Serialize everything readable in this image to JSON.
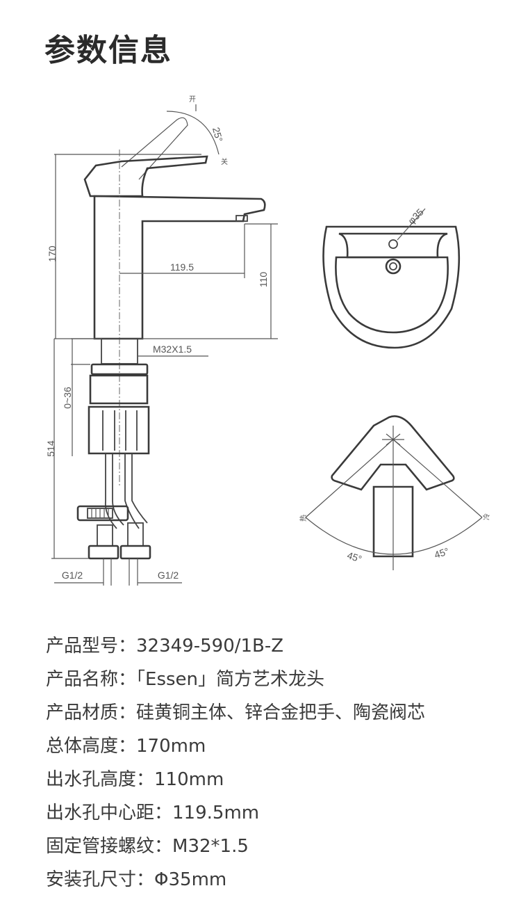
{
  "page": {
    "title": "参数信息"
  },
  "drawing": {
    "side_view": {
      "open_label": "开",
      "close_label": "关",
      "angle_label": "25°",
      "height_total": "170",
      "spout_height": "110",
      "spout_reach": "119.5",
      "thread_label": "M32X1.5",
      "adjust_range": "0~36",
      "hose_length": "514",
      "fitting_left": "G1/2",
      "fitting_right": "G1/2"
    },
    "basin_view": {
      "hole_label": "φ35"
    },
    "top_view": {
      "hot_label": "热",
      "cold_label": "冷",
      "angle_left": "45°",
      "angle_right": "45°"
    }
  },
  "specs": [
    {
      "label": "产品型号：",
      "value": "32349-590/1B-Z"
    },
    {
      "label": "产品名称：",
      "value": "「Essen」简方艺术龙头"
    },
    {
      "label": "产品材质：",
      "value": "硅黄铜主体、锌合金把手、陶瓷阀芯"
    },
    {
      "label": "总体高度：",
      "value": "170mm"
    },
    {
      "label": "出水孔高度：",
      "value": "110mm"
    },
    {
      "label": "出水孔中心距：",
      "value": "119.5mm"
    },
    {
      "label": "固定管接螺纹：",
      "value": "M32*1.5"
    },
    {
      "label": "安装孔尺寸：",
      "value": "Φ35mm"
    }
  ]
}
